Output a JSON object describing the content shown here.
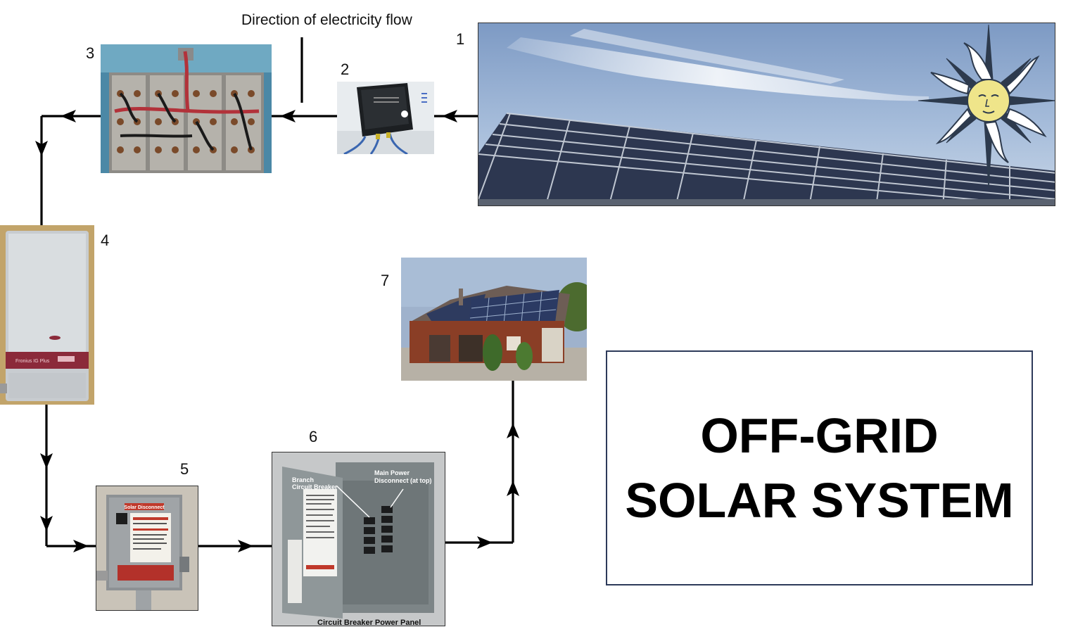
{
  "caption": "Direction of electricity flow",
  "title": {
    "line1": "OFF-GRID",
    "line2": "SOLAR SYSTEM"
  },
  "steps": [
    {
      "number": "1",
      "icon": "solar-array-photo"
    },
    {
      "number": "2",
      "icon": "charge-controller-photo"
    },
    {
      "number": "3",
      "icon": "battery-bank-photo"
    },
    {
      "number": "4",
      "icon": "inverter-photo"
    },
    {
      "number": "5",
      "icon": "solar-disconnect-photo"
    },
    {
      "number": "6",
      "icon": "breaker-panel-photo"
    },
    {
      "number": "7",
      "icon": "house-photo"
    }
  ],
  "photo_labels": {
    "solar_disconnect": "Solar Disconnect",
    "inverter_brand": "Fronius IG Plus",
    "branch_breaker_1": "Branch",
    "branch_breaker_2": "Circuit Breaker",
    "main_power_1": "Main Power",
    "main_power_2": "Disconnect (at top)",
    "panel_caption": "Circuit Breaker Power Panel"
  },
  "colors": {
    "line": "#000000",
    "box_border": "#2d3a5a",
    "disconnect_red": "#c0392b"
  }
}
